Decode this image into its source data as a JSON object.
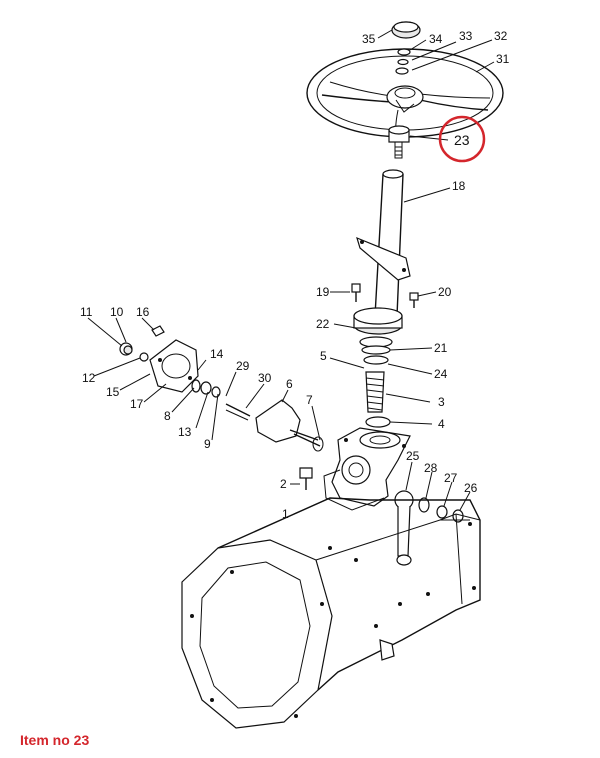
{
  "caption": "Item no 23",
  "highlight_color": "#d4262c",
  "labels": {
    "n1": "1",
    "n2": "2",
    "n3": "3",
    "n4": "4",
    "n5": "5",
    "n6": "6",
    "n7": "7",
    "n8": "8",
    "n9": "9",
    "n10": "10",
    "n11": "11",
    "n12": "12",
    "n13": "13",
    "n14": "14",
    "n15": "15",
    "n16": "16",
    "n17": "17",
    "n18": "18",
    "n19": "19",
    "n20": "20",
    "n21": "21",
    "n22": "22",
    "n23": "23",
    "n24": "24",
    "n25": "25",
    "n26": "26",
    "n27": "27",
    "n28": "28",
    "n29": "29",
    "n30": "30",
    "n31": "31",
    "n32": "32",
    "n33": "33",
    "n34": "34",
    "n35": "35"
  }
}
